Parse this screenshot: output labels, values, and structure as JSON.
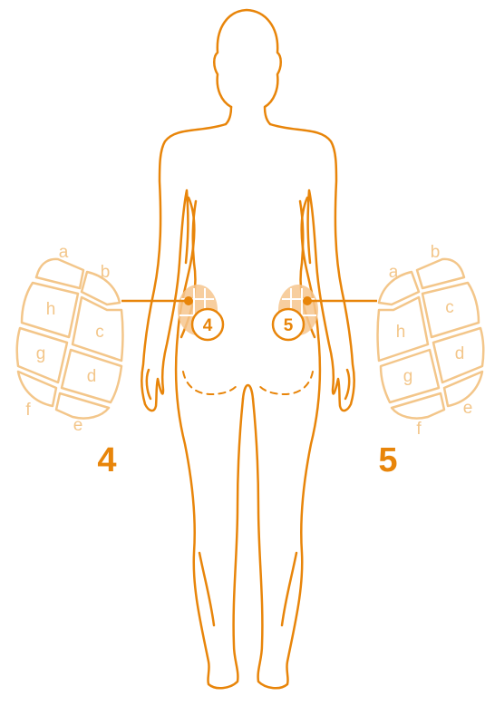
{
  "colors": {
    "outline": "#E8850A",
    "zone_light": "#F3C68A",
    "zone_fill": "#F6C58E",
    "background": "#FFFFFF"
  },
  "sites": [
    {
      "number": "4",
      "side": "left-buttock"
    },
    {
      "number": "5",
      "side": "right-buttock"
    }
  ],
  "zone_maps": [
    {
      "label": "4",
      "letters": [
        "a",
        "b",
        "h",
        "c",
        "g",
        "d",
        "f",
        "e"
      ]
    },
    {
      "label": "5",
      "letters": [
        "a",
        "b",
        "c",
        "h",
        "d",
        "g",
        "e",
        "f"
      ]
    }
  ]
}
